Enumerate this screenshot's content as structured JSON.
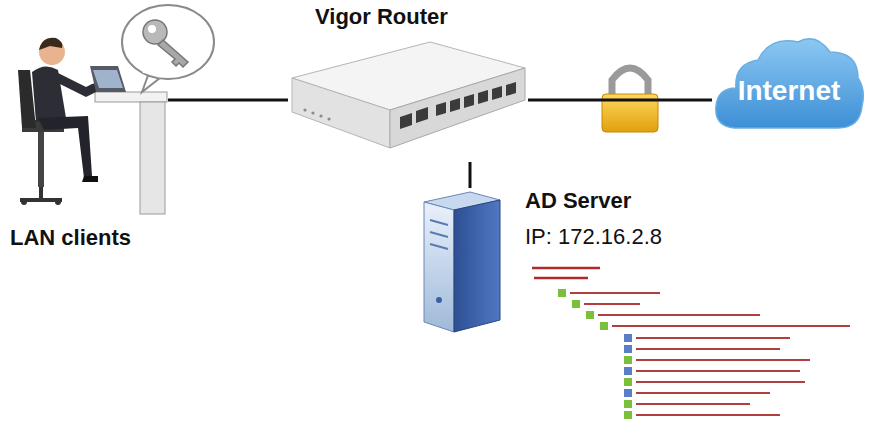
{
  "diagram": {
    "nodes": [
      {
        "text": [
          "LAN clients"
        ]
      },
      {
        "text": [
          "Vigor Router"
        ]
      },
      {
        "text": [
          "AD Server",
          "IP: 172.16.2.8"
        ]
      },
      {
        "text": [
          "Internet"
        ]
      }
    ],
    "edges": [
      {
        "from": 0,
        "to": 1,
        "arrow": "none"
      },
      {
        "from": 1,
        "to": 3,
        "arrow": "none"
      },
      {
        "from": 1,
        "to": 2,
        "arrow": "none"
      }
    ]
  }
}
